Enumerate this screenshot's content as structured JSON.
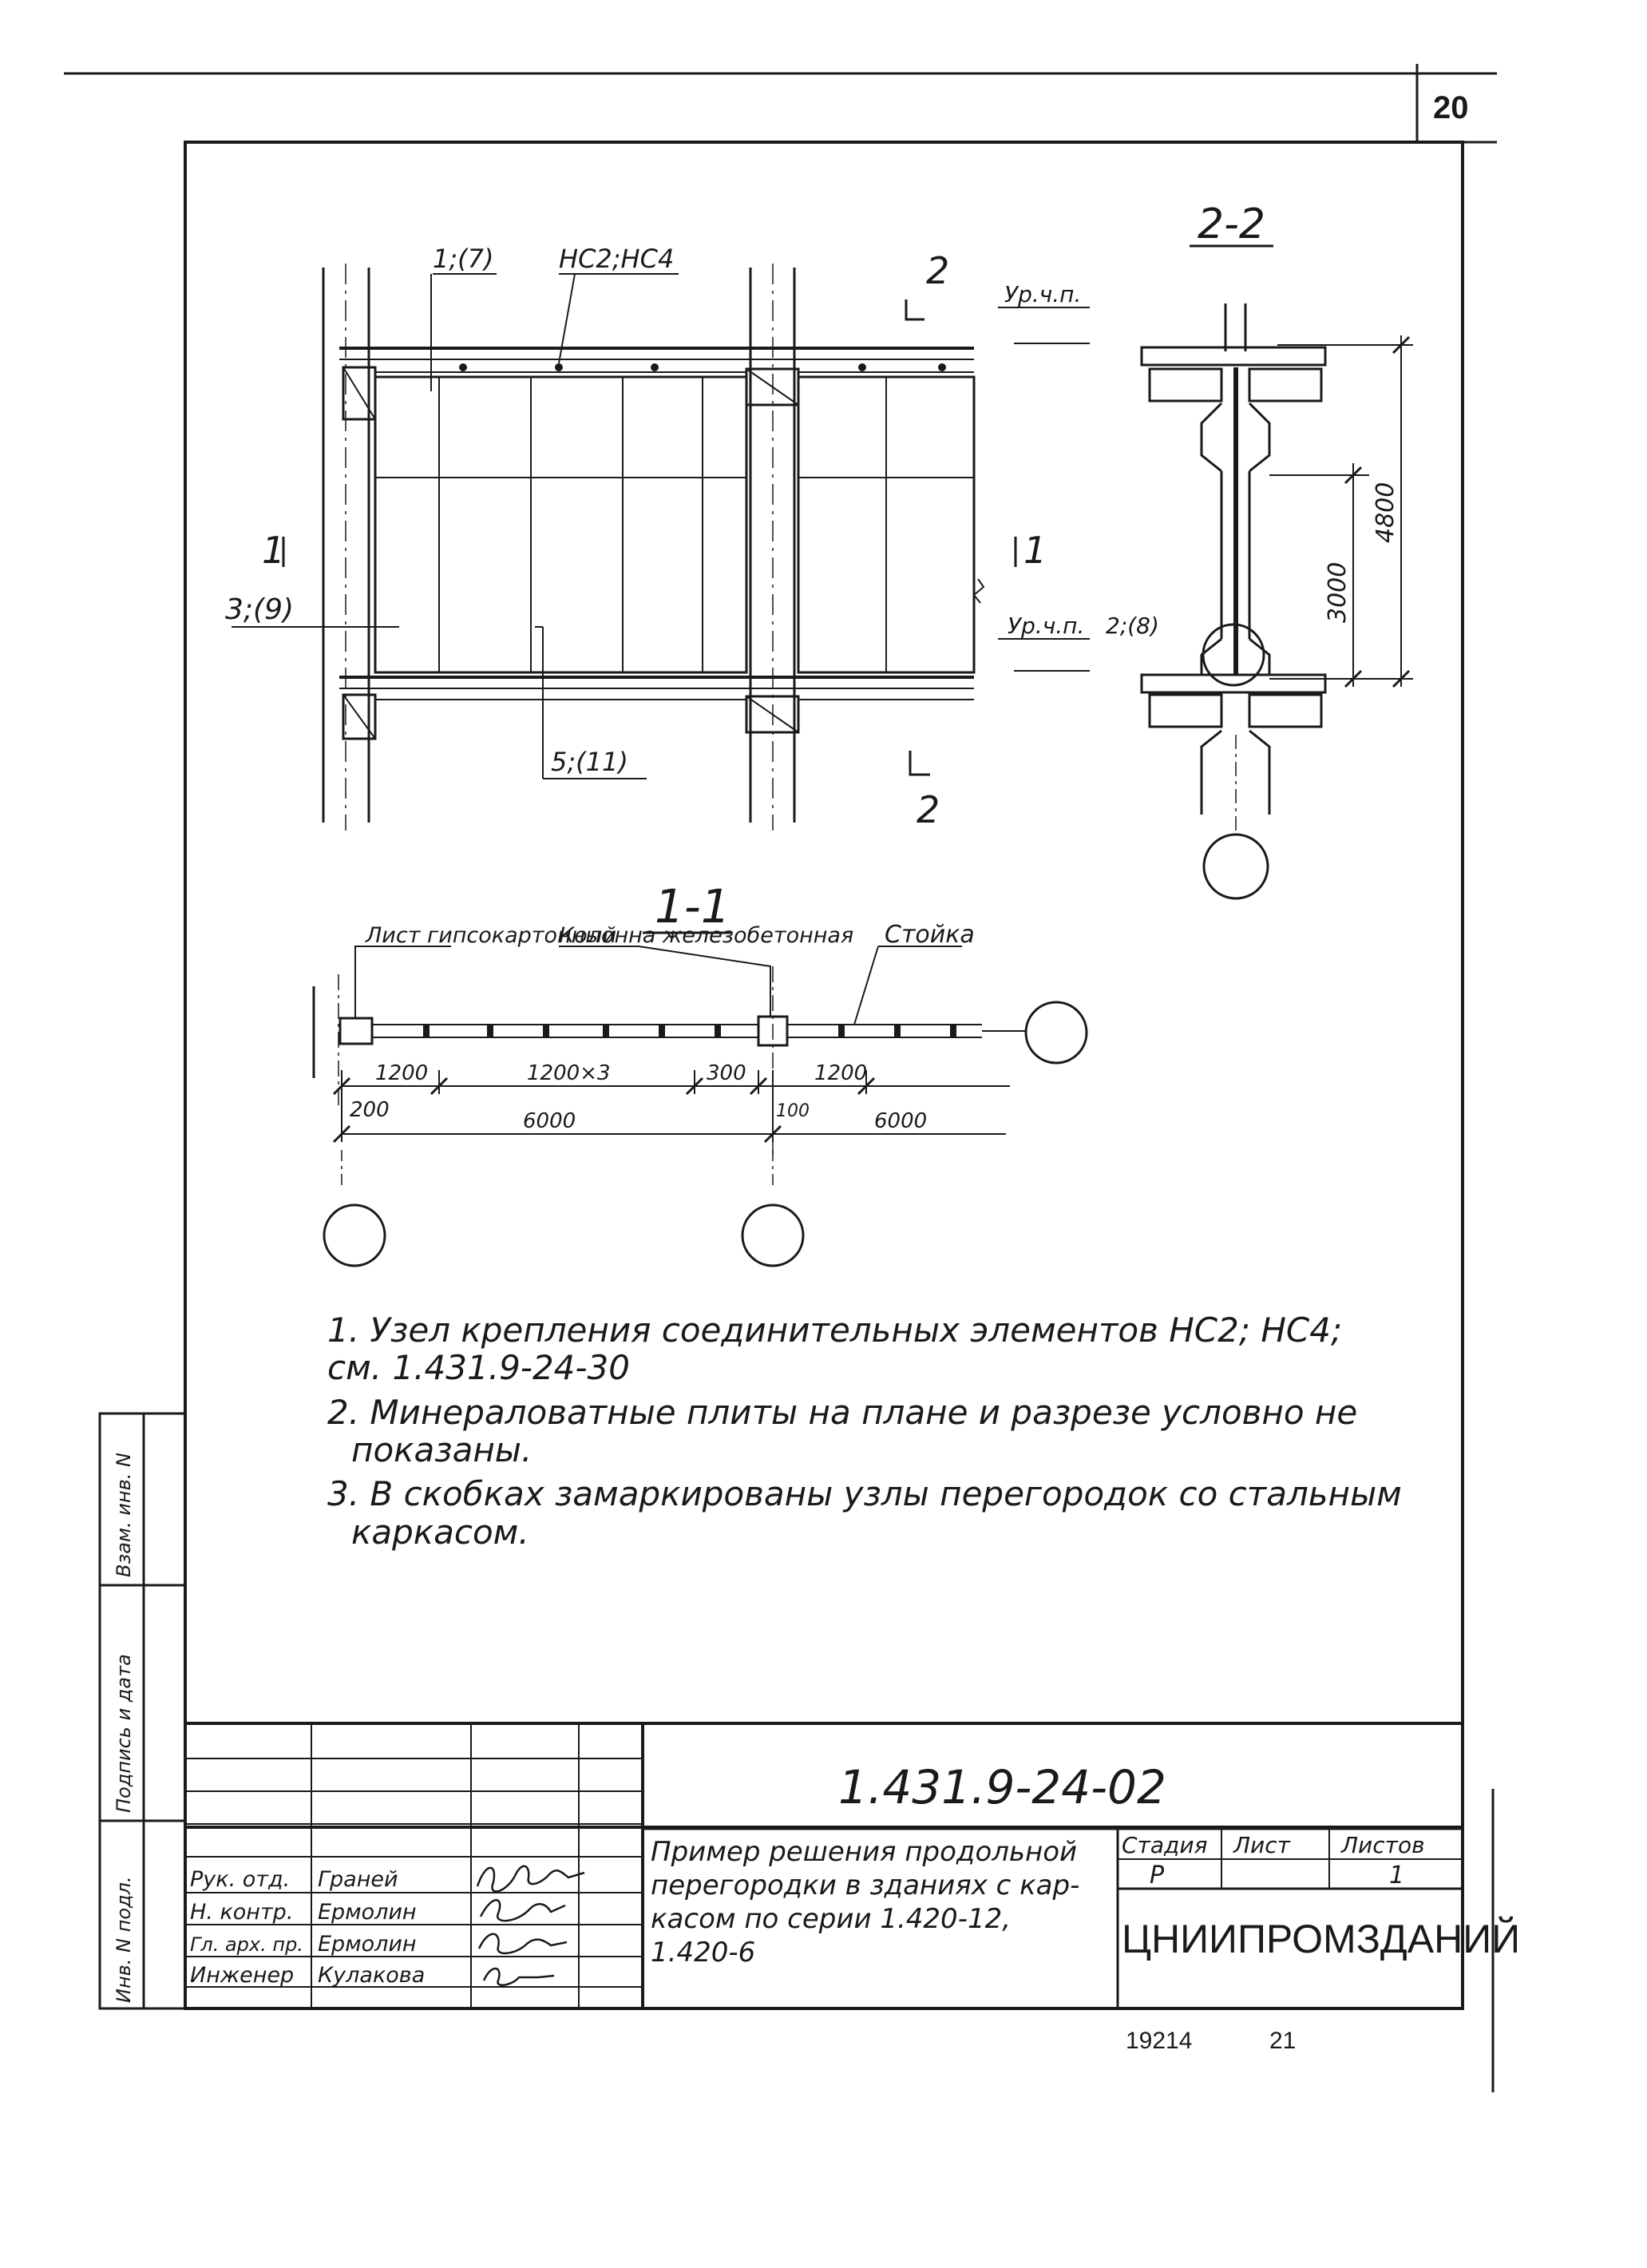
{
  "sheet": {
    "number": "20"
  },
  "plan": {
    "labels": {
      "ref_1_7": "1;(7)",
      "nc": "НС2;НС4",
      "ref_3_9": "3;(9)",
      "ref_5_11": "5;(11)",
      "level_top": "Ур.ч.п.",
      "level_bottom": "Ур.ч.п.",
      "ref_2_8": "2;(8)"
    },
    "cut_marks": {
      "one": "1",
      "two": "2"
    }
  },
  "section_2_2": {
    "title": "2-2",
    "dims": {
      "d3000": "3000",
      "d4800": "4800"
    }
  },
  "section_1_1": {
    "title": "1-1",
    "callouts": {
      "sheet_gypsum": "Лист гипсокартонный",
      "column_rc": "Колонна железобетонная",
      "stud": "Стойка"
    },
    "dims": {
      "d1200a": "1200",
      "d1200x3": "1200×3",
      "d300": "300",
      "d1200b": "1200",
      "d200": "200",
      "d6000a": "6000",
      "d100": "100",
      "d6000b": "6000"
    }
  },
  "notes": [
    "1. Узел крепления соединительных элементов НС2; НС4;",
    "см. 1.431.9-24-30",
    "2. Минераловатные плиты на плане и разрезе условно не",
    "показаны.",
    "3. В скобках замаркированы узлы перегородок со стальным",
    "каркасом."
  ],
  "side_stamp": [
    "Взам. инв. N",
    "Подпись и дата",
    "Инв. N подл."
  ],
  "title_block": {
    "code": "1.431.9-24-02",
    "title_lines": [
      "Пример решения продольной",
      "перегородки в зданиях с кар-",
      "касом по серии 1.420-12,",
      "1.420-6"
    ],
    "headers": {
      "stage": "Стадия",
      "sheet": "Лист",
      "sheets": "Листов"
    },
    "values": {
      "stage": "Р",
      "sheet": "",
      "sheets": "1"
    },
    "org": "ЦНИИПРОМЗДАНИЙ",
    "people": [
      {
        "role": "Рук. отд.",
        "name": "Граней"
      },
      {
        "role": "Н. контр.",
        "name": "Ермолин"
      },
      {
        "role": "Гл. арх. пр.",
        "name": "Ермолин"
      },
      {
        "role": "Инженер",
        "name": "Кулакова"
      }
    ]
  },
  "footer": {
    "left": "19214",
    "right": "21"
  }
}
